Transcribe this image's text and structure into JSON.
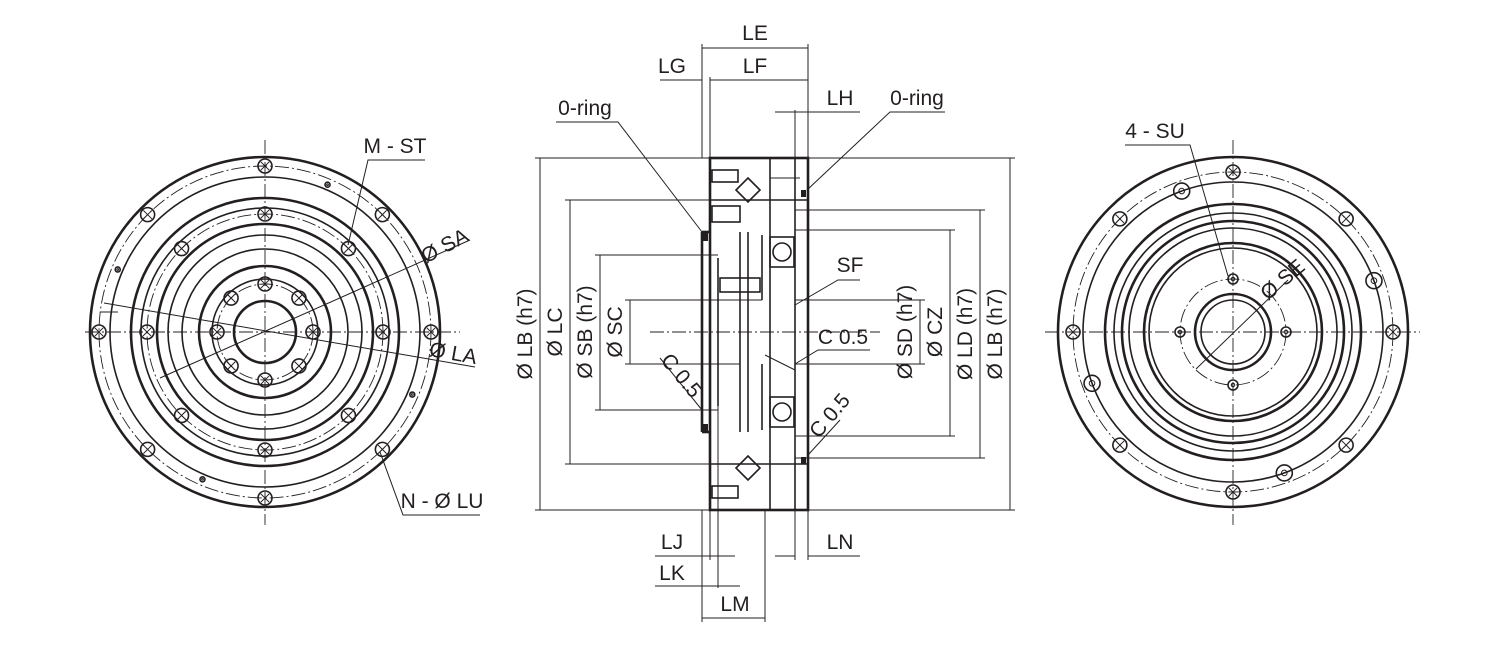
{
  "labels": {
    "le": "LE",
    "lf": "LF",
    "lg": "LG",
    "lh": "LH",
    "oring_left": "0-ring",
    "oring_right": "0-ring",
    "m_st": "M - ST",
    "n_lu": "N - Ø LU",
    "sa": "Ø SA",
    "la": "Ø LA",
    "lb_left": "Ø LB (h7)",
    "lc": "Ø LC",
    "sb": "Ø SB (h7)",
    "sc": "Ø SC",
    "sf": "SF",
    "c05_top": "C 0.5",
    "c05_left": "C 0.5",
    "c05_right": "C 0.5",
    "sd": "Ø SD (h7)",
    "cz": "Ø CZ",
    "ld": "Ø LD (h7)",
    "lb_right": "Ø LB (h7)",
    "lj": "LJ",
    "lk": "LK",
    "lm": "LM",
    "ln": "LN",
    "su": "4 - SU",
    "se": "Ø SE"
  },
  "colors": {
    "line": "#231f20",
    "background": "#ffffff"
  }
}
